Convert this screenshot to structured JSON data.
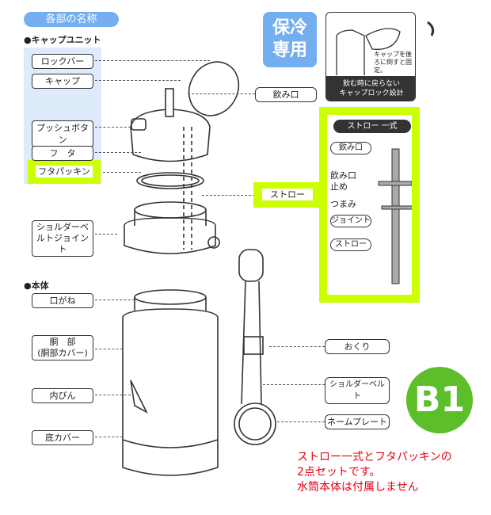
{
  "header": {
    "title": "各部の名称"
  },
  "cap_unit": {
    "section": "●キャップユニット",
    "labels": [
      "ロックバー",
      "キャップ",
      "プッシュボタン",
      "フ　タ",
      "フタパッキン"
    ],
    "shoulder_joint": "ショルダーベルトジョイント"
  },
  "body_unit": {
    "section": "●本体",
    "labels": [
      "口がね",
      "胴　部",
      "(胴部カバー)",
      "内びん",
      "底カバー"
    ]
  },
  "badge_cold": "保冷専用",
  "cap_lock": {
    "note": "キャップを後ろに倒すと固定。",
    "caption_1": "飲む時に戻らない",
    "caption_2": "キャップロック設計"
  },
  "mouthpiece_label": "飲み口",
  "straw_label": "ストロー",
  "straw_set": {
    "title": "ストロー 一式",
    "mouthpiece": "飲み口",
    "stopper_1": "飲み口",
    "stopper_2": "止め",
    "knob": "つまみ",
    "joint": "ジョイント",
    "straw": "ストロー"
  },
  "belt_labels": [
    "おくり",
    "ショルダーベルト",
    "ネームプレート"
  ],
  "product_code": "B1",
  "notice": [
    "ストロー一式とフタパッキンの",
    "2点セットです。",
    "水筒本体は付属しません"
  ],
  "colors": {
    "accent_blue": "#74aef0",
    "highlight_green": "#ccff00",
    "badge_green": "#5cbf2a",
    "notice_red": "#e60012"
  }
}
